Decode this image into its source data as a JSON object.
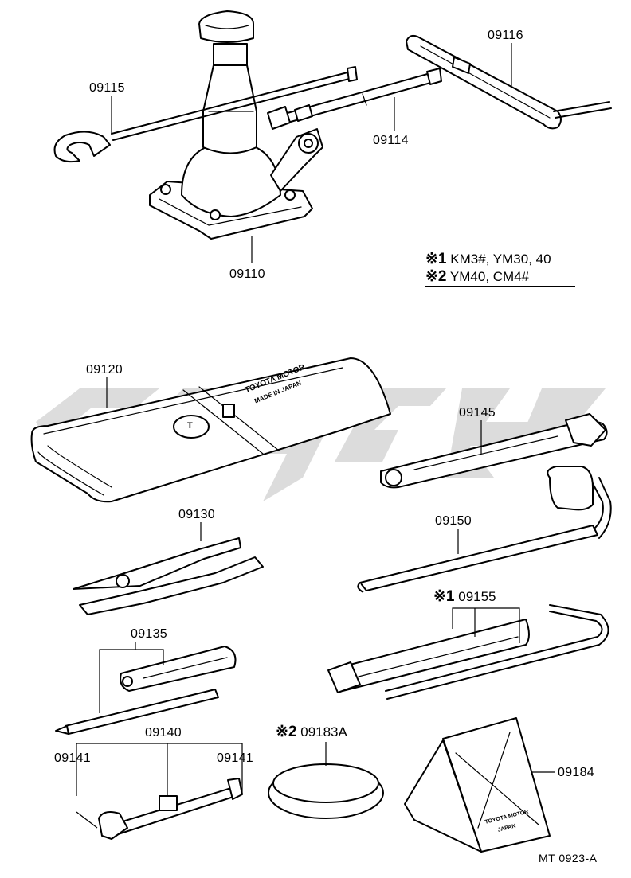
{
  "parts": {
    "p09115": "09115",
    "p09116": "09116",
    "p09114": "09114",
    "p09110": "09110",
    "p09120": "09120",
    "p09145": "09145",
    "p09130": "09130",
    "p09150": "09150",
    "p09155": "09155",
    "p09135": "09135",
    "p09140": "09140",
    "p09141_left": "09141",
    "p09141_right": "09141",
    "p09183A": "09183A",
    "p09184": "09184"
  },
  "markers": {
    "m1": "※1",
    "m2": "※2"
  },
  "notes": {
    "note1_marker": "※1",
    "note1_text": "KM3#, YM30, 40",
    "note2_marker": "※2",
    "note2_text": "YM40, CM4#"
  },
  "imprints": {
    "bag_line1": "TOYOTA MOTOR",
    "bag_line2": "MADE IN JAPAN",
    "bag_emblem": "T",
    "chock_line1": "TOYOTA MOTOR",
    "chock_line2": "JAPAN"
  },
  "diagram_code": "MT  0923-A",
  "colors": {
    "ink": "#000000",
    "paper": "#ffffff",
    "watermark": "#d9d9d9"
  },
  "watermark": {
    "description_icon": "watermark-logo-icon"
  }
}
